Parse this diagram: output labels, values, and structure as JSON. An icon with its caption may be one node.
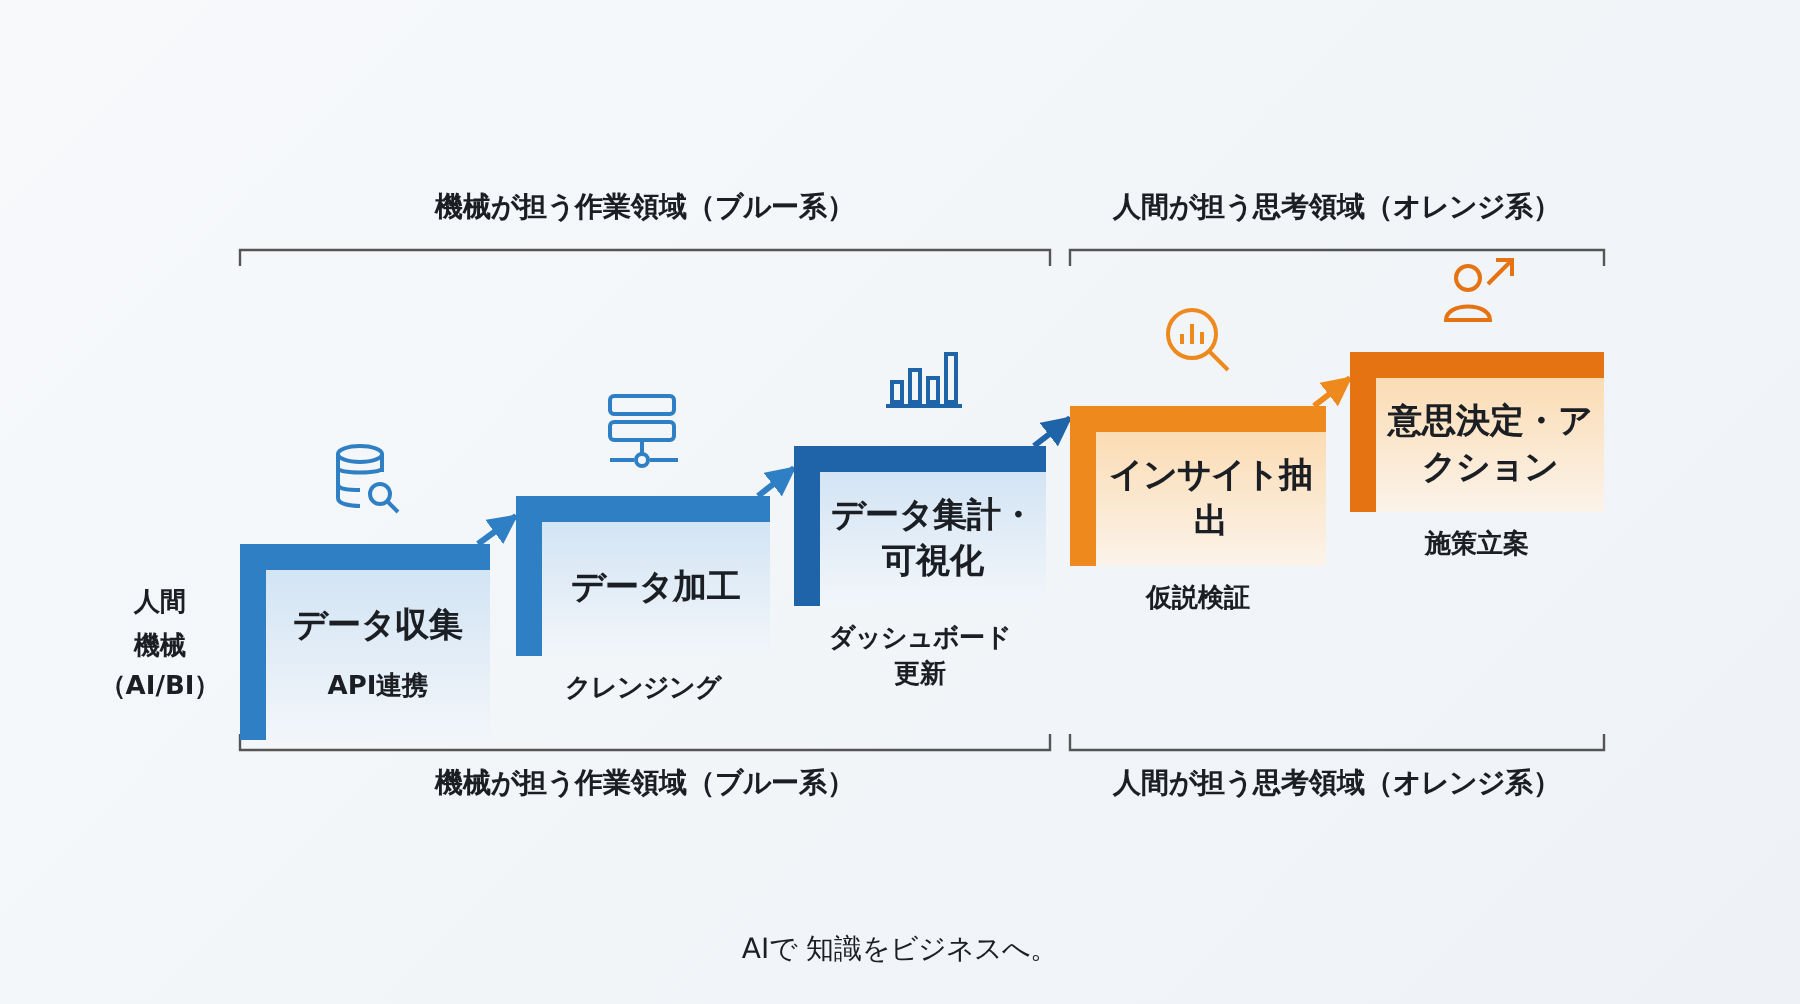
{
  "diagram": {
    "caption": "AIで 知識をビジネスへ。",
    "nodes": [
      {
        "text": [
          "データ収集",
          "API連携"
        ]
      },
      {
        "text": [
          "データ加工"
        ],
        "beside": [
          "クレンジング"
        ]
      },
      {
        "text": [
          "データ集計・可視化"
        ],
        "beside": [
          "ダッシュボード更新"
        ]
      },
      {
        "text": [
          "インサイト抽出"
        ],
        "beside": [
          "仮説検証"
        ]
      },
      {
        "text": [
          "意思決定・アクション"
        ],
        "beside": [
          "施策立案"
        ]
      }
    ],
    "edges": [
      {
        "from": 0,
        "to": 1,
        "arrow": "to"
      },
      {
        "from": 1,
        "to": 2,
        "arrow": "to"
      },
      {
        "from": 2,
        "to": 3,
        "arrow": "to"
      },
      {
        "from": 3,
        "to": 4,
        "arrow": "to",
        "color": "#ee8a1d"
      }
    ],
    "labels": [
      "機械が担う作業領域（ブルー系）",
      "人間が担う思考領域（オレンジ系）",
      "人間",
      "機械（AI/BI）",
      "機械が担う作業領域（ブルー系）",
      "人間が担う思考領域（オレンジ系）"
    ]
  }
}
